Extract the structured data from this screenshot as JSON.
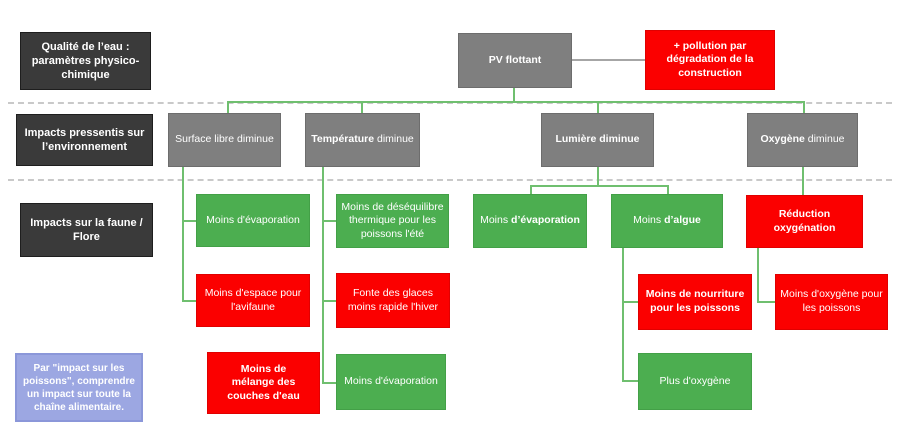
{
  "diagram": {
    "row1": {
      "label": "Qualité de l’eau :\nparamètres physico-\nchimique",
      "root": "PV flottant",
      "pollution": "+ pollution par\ndégradation de la\nconstruction"
    },
    "row2": {
      "label": "Impacts pressentis sur\nl’environnement",
      "surface": "Surface libre diminue",
      "temperature": {
        "bold": "Température",
        "rest": " diminue"
      },
      "lumiere": "Lumière diminue",
      "oxygene": {
        "bold": "Oxygène",
        "rest": " diminue"
      }
    },
    "row3": {
      "label": "Impacts sur la faune /\nFlore",
      "col_surface": {
        "evaporation": "Moins d'évaporation",
        "espace_avifaune": "Moins d'espace pour\nl'avifaune",
        "melange_couches": "Moins de\nmélange des\ncouches d'eau"
      },
      "col_temperature": {
        "desequilibre": "Moins de déséquilibre\nthermique pour les\npoissons l'été",
        "fonte_glaces": "Fonte des glaces\nmoins rapide l'hiver",
        "evaporation": "Moins d'évaporation"
      },
      "col_lumiere": {
        "evaporation": {
          "pre": "Moins ",
          "bold": "d’évaporation"
        },
        "algue": {
          "pre": "Moins ",
          "bold": "d’algue"
        },
        "nourriture": "Moins de nourriture\npour les poissons",
        "plus_oxygene": "Plus d'oxygène"
      },
      "col_oxygene": {
        "reduction": "Réduction\noxygénation",
        "moins_oxygene": "Moins d'oxygène pour\nles poissons"
      }
    },
    "note": "Par \"impact sur les\npoissons\", comprendre\nun impact sur toute la\nchaîne alimentaire.",
    "colors": {
      "dark_label_bg": "#3a3a3a",
      "gray_node_bg": "#7f7f7f",
      "green_node_bg": "#4cae50",
      "red_node_bg": "#fb0000",
      "note_bg": "#9ca7e2",
      "green_connector": "#6fbf6f",
      "gray_connector": "#a6a6a6",
      "dashed_line": "#c9c9c9"
    }
  }
}
